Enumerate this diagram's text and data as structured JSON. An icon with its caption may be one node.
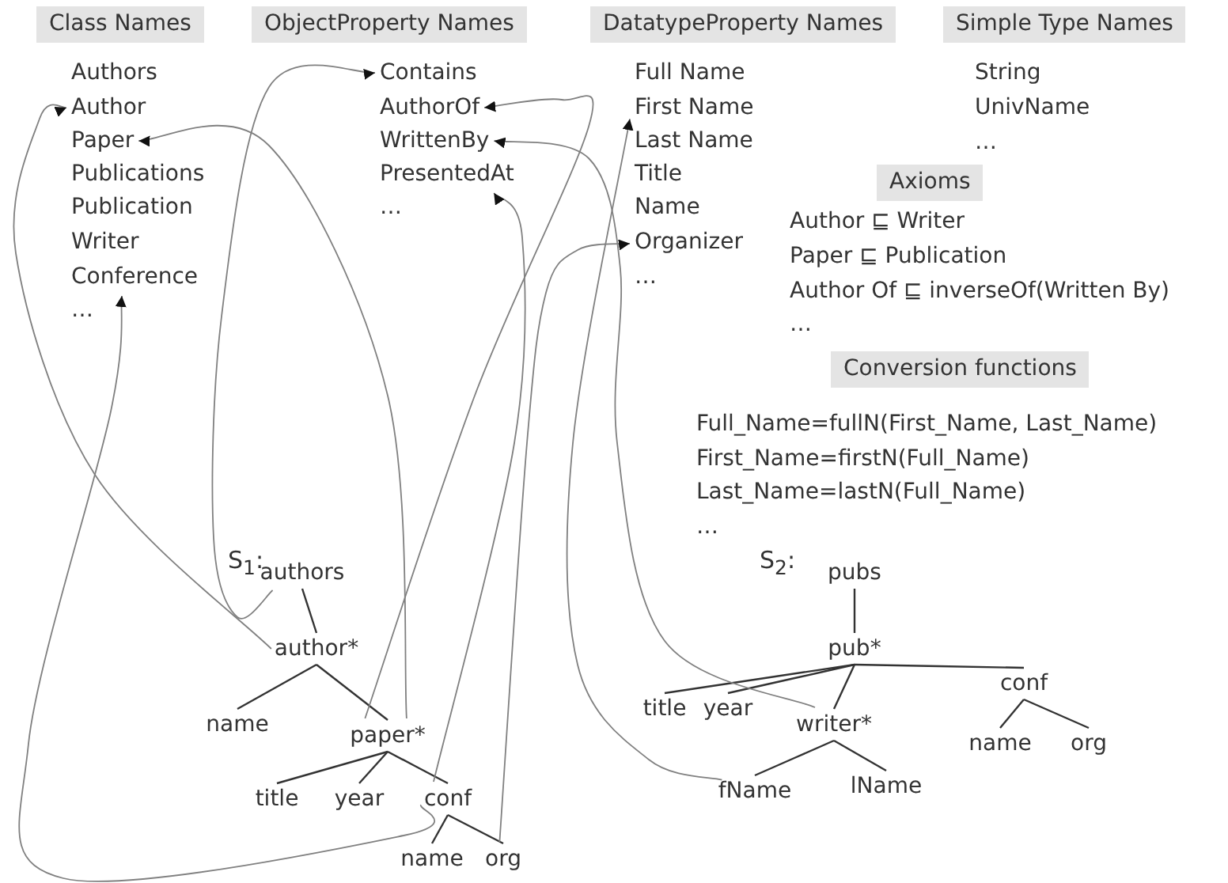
{
  "diagram": {
    "nodes": [
      {
        "text": [
          "Class Names"
        ]
      },
      {
        "text": [
          "Author"
        ]
      },
      {
        "text": [
          "Paper"
        ]
      },
      {
        "text": [
          "Conference"
        ]
      },
      {
        "text": [
          "ObjectProperty Names"
        ]
      },
      {
        "text": [
          "Contains"
        ]
      },
      {
        "text": [
          "AuthorOf"
        ]
      },
      {
        "text": [
          "WrittenBy"
        ]
      },
      {
        "text": [
          "PresentedAt"
        ]
      },
      {
        "text": [
          "DatatypeProperty Names"
        ]
      },
      {
        "text": [
          "First Name"
        ]
      },
      {
        "text": [
          "Organizer"
        ]
      },
      {
        "text": [
          "Simple Type Names"
        ]
      },
      {
        "text": [
          "Axioms"
        ]
      },
      {
        "text": [
          "Conversion functions"
        ]
      },
      {
        "text": [
          "authors"
        ],
        "beside": [
          "S$_{1}$:"
        ]
      },
      {
        "text": [
          "author*"
        ]
      },
      {
        "text": [
          "name"
        ]
      },
      {
        "text": [
          "paper*"
        ]
      },
      {
        "text": [
          "title"
        ]
      },
      {
        "text": [
          "year"
        ]
      },
      {
        "text": [
          "conf"
        ]
      },
      {
        "text": [
          "name"
        ]
      },
      {
        "text": [
          "org"
        ]
      },
      {
        "text": [
          "pubs"
        ],
        "beside": [
          "S$_{2}$:"
        ]
      },
      {
        "text": [
          "pub*"
        ]
      },
      {
        "text": [
          "title"
        ]
      },
      {
        "text": [
          "year"
        ]
      },
      {
        "text": [
          "writer*"
        ]
      },
      {
        "text": [
          "fName"
        ]
      },
      {
        "text": [
          "lName"
        ]
      },
      {
        "text": [
          "conf"
        ]
      },
      {
        "text": [
          "name"
        ]
      },
      {
        "text": [
          "org"
        ]
      }
    ],
    "edges": [
      {
        "from": 15,
        "to": 16,
        "arrow": "none"
      },
      {
        "from": 16,
        "to": 17,
        "arrow": "none"
      },
      {
        "from": 16,
        "to": 18,
        "arrow": "none"
      },
      {
        "from": 18,
        "to": 19,
        "arrow": "none"
      },
      {
        "from": 18,
        "to": 20,
        "arrow": "none"
      },
      {
        "from": 18,
        "to": 21,
        "arrow": "none"
      },
      {
        "from": 21,
        "to": 22,
        "arrow": "none"
      },
      {
        "from": 21,
        "to": 23,
        "arrow": "none"
      },
      {
        "from": 24,
        "to": 25,
        "arrow": "none"
      },
      {
        "from": 25,
        "to": 26,
        "arrow": "none"
      },
      {
        "from": 25,
        "to": 27,
        "arrow": "none"
      },
      {
        "from": 25,
        "to": 28,
        "arrow": "none"
      },
      {
        "from": 25,
        "to": 31,
        "arrow": "none"
      },
      {
        "from": 28,
        "to": 29,
        "arrow": "none"
      },
      {
        "from": 28,
        "to": 30,
        "arrow": "none"
      },
      {
        "from": 31,
        "to": 32,
        "arrow": "none"
      },
      {
        "from": 31,
        "to": 33,
        "arrow": "none"
      },
      {
        "from": 15,
        "to": 5,
        "arrow": "to",
        "color": "#808080"
      },
      {
        "from": 16,
        "to": 1,
        "arrow": "to",
        "color": "#808080"
      },
      {
        "from": 18,
        "to": 2,
        "arrow": "to",
        "color": "#808080"
      },
      {
        "from": 18,
        "to": 6,
        "arrow": "to",
        "color": "#808080"
      },
      {
        "from": 21,
        "to": 3,
        "arrow": "to",
        "color": "#808080"
      },
      {
        "from": 21,
        "to": 8,
        "arrow": "to",
        "color": "#808080"
      },
      {
        "from": 23,
        "to": 11,
        "arrow": "to",
        "color": "#808080"
      },
      {
        "from": 28,
        "to": 7,
        "arrow": "to",
        "color": "#808080"
      },
      {
        "from": 29,
        "to": 10,
        "arrow": "to",
        "color": "#808080"
      }
    ],
    "labels": [
      "Authors",
      "Publications",
      "Publication",
      "Writer",
      "…",
      "…",
      "Full Name",
      "Last Name",
      "Title",
      "Name",
      "…",
      "String",
      "UnivName",
      "…",
      "Author ⊑ Writer",
      "Paper ⊑ Publication",
      "Author Of ⊑ inverseOf(Written By)",
      "…",
      "Full_Name=fullN(First_Name, Last_Name)",
      "First_Name=firstN(Full_Name)",
      "Last_Name=lastN(Full_Name)",
      "…"
    ]
  }
}
